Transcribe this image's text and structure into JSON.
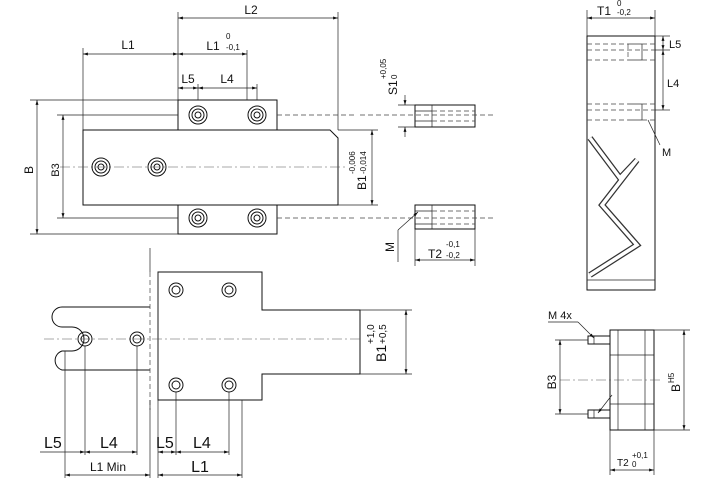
{
  "top_view": {
    "L2": "L2",
    "L1": "L1",
    "L1_tol": "L1",
    "L1_tol_up": "0",
    "L1_tol_dn": "-0,1",
    "L5": "L5",
    "L4": "L4",
    "B": "B",
    "B3": "B3",
    "B1": "B1",
    "B1_up": "-0,006",
    "B1_dn": "-0,014"
  },
  "small_parts": {
    "S1": "S1",
    "S1_up": "+0,05",
    "S1_dn": "0",
    "M": "M",
    "T2": "T2",
    "T2_up": "-0,1",
    "T2_dn": "-0,2"
  },
  "side_view": {
    "T1": "T1",
    "T1_up": "0",
    "T1_dn": "-0,2",
    "L5": "L5",
    "L4": "L4",
    "M": "M"
  },
  "bottom_view": {
    "L5a": "L5",
    "L4a": "L4",
    "L1min": "L1 Min",
    "L5b": "L5",
    "L4b": "L4",
    "L1": "L1",
    "B1": "B1",
    "B1_up": "+1,0",
    "B1_dn": "+0,5"
  },
  "end_view": {
    "M4x": "M 4x",
    "B3": "B3",
    "B": "B",
    "B_tol": "H5",
    "T2": "T2",
    "T2_up": "+0,1",
    "T2_dn": "0"
  }
}
